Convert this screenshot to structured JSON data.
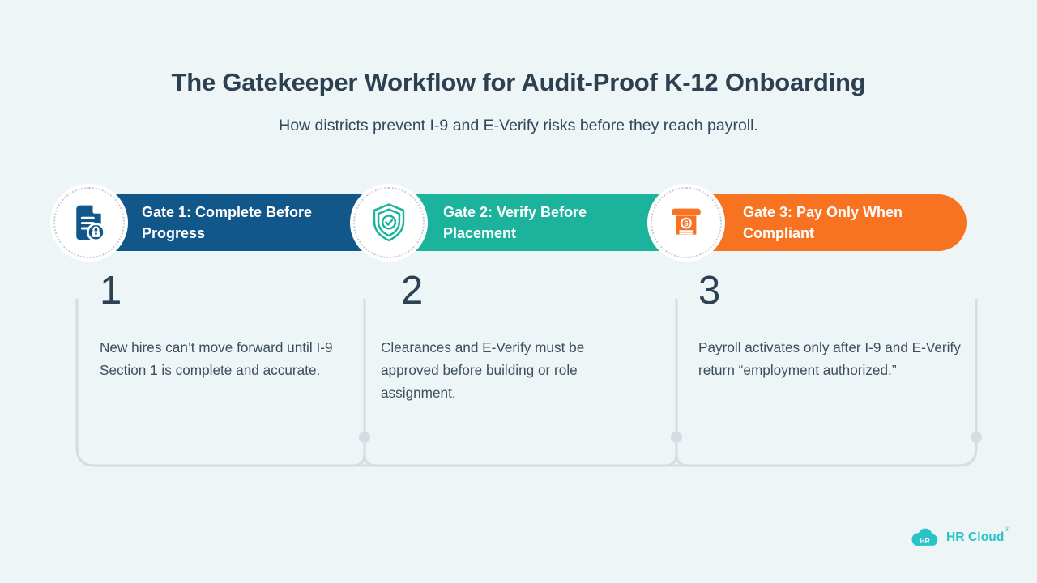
{
  "page": {
    "background": "#edf5f6"
  },
  "header": {
    "title": "The Gatekeeper Workflow for Audit-Proof K-12 Onboarding",
    "subtitle": "How districts prevent I-9 and E-Verify risks before they reach payroll."
  },
  "gates": [
    {
      "number": "1",
      "banner_label": "Gate 1: Complete Before Progress",
      "color": "#11578a",
      "icon": "document-lock-icon",
      "description": "New hires can’t move forward until I-9 Section 1 is complete and accurate."
    },
    {
      "number": "2",
      "banner_label": "Gate 2: Verify Before Placement",
      "color": "#1cb39c",
      "icon": "shield-check-icon",
      "description": "Clearances and E-Verify must be approved before building or role assignment."
    },
    {
      "number": "3",
      "banner_label": "Gate 3: Pay Only When Compliant",
      "color": "#f77321",
      "icon": "payroll-receipt-icon",
      "description": "Payroll activates only after I-9 and E-Verify return “employment authorized.”"
    }
  ],
  "footer": {
    "brand_mark": "HR",
    "brand_name": "HR Cloud",
    "trademark": "®",
    "brand_color": "#29c4c7"
  },
  "colors": {
    "title_text": "#2d4051",
    "body_text": "#3e4e5c",
    "banner_text": "#ffffff",
    "connector_line": "#d8dbe3"
  }
}
